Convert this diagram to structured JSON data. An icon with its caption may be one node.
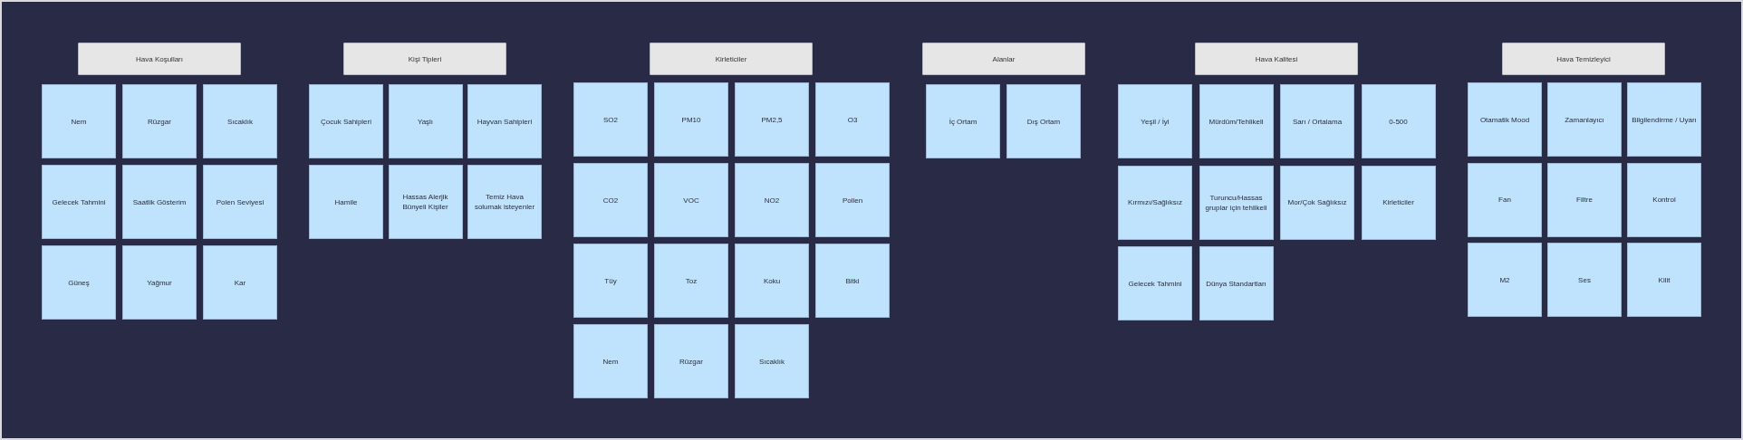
{
  "diagram": {
    "nodes": [
      {
        "text": [
          "Hava Koşulları"
        ]
      },
      {
        "text": [
          "Nem"
        ]
      },
      {
        "text": [
          "Rüzgar"
        ]
      },
      {
        "text": [
          "Sıcaklık"
        ]
      },
      {
        "text": [
          "Gelecek Tahmini"
        ]
      },
      {
        "text": [
          "Saatlik Gösterim"
        ]
      },
      {
        "text": [
          "Polen Seviyesi"
        ]
      },
      {
        "text": [
          "Güneş"
        ]
      },
      {
        "text": [
          "Yağmur"
        ]
      },
      {
        "text": [
          "Kar"
        ]
      },
      {
        "text": [
          "Kişi Tipleri"
        ]
      },
      {
        "text": [
          "Çocuk Sahipleri"
        ]
      },
      {
        "text": [
          "Yaşlı"
        ]
      },
      {
        "text": [
          "Hayvan Sahipleri"
        ]
      },
      {
        "text": [
          "Hamile"
        ]
      },
      {
        "text": [
          "Hassas Alerjik Bünyeli Kişiler"
        ]
      },
      {
        "text": [
          "Temiz Hava solumak isteyenler"
        ]
      },
      {
        "text": [
          "Kirleticiler"
        ]
      },
      {
        "text": [
          "SO2"
        ]
      },
      {
        "text": [
          "PM10"
        ]
      },
      {
        "text": [
          "PM2,5"
        ]
      },
      {
        "text": [
          "O3"
        ]
      },
      {
        "text": [
          "CO2"
        ]
      },
      {
        "text": [
          "VOC"
        ]
      },
      {
        "text": [
          "NO2"
        ]
      },
      {
        "text": [
          "Pollen"
        ]
      },
      {
        "text": [
          "Tüy"
        ]
      },
      {
        "text": [
          "Toz"
        ]
      },
      {
        "text": [
          "Koku"
        ]
      },
      {
        "text": [
          "Bitki"
        ]
      },
      {
        "text": [
          "Nem"
        ]
      },
      {
        "text": [
          "Rüzgar"
        ]
      },
      {
        "text": [
          "Sıcaklık"
        ]
      },
      {
        "text": [
          "Alanlar"
        ]
      },
      {
        "text": [
          "İç Ortam"
        ]
      },
      {
        "text": [
          "Dış Ortam"
        ]
      },
      {
        "text": [
          "Hava Kalitesi"
        ]
      },
      {
        "text": [
          "Yeşil / İyi"
        ]
      },
      {
        "text": [
          "Mürdüm/Tehlikeli"
        ]
      },
      {
        "text": [
          "Sarı / Ortalama"
        ]
      },
      {
        "text": [
          "0-500"
        ]
      },
      {
        "text": [
          "Kırmızı/Sağlıksız"
        ]
      },
      {
        "text": [
          "Turuncu/Hassas gruplar için tehlikeli"
        ]
      },
      {
        "text": [
          "Mor/Çok Sağlıksız"
        ]
      },
      {
        "text": [
          "Kirleticiler"
        ]
      },
      {
        "text": [
          "Gelecek Tahmini"
        ]
      },
      {
        "text": [
          "Dünya Standartları"
        ]
      },
      {
        "text": [
          "Hava Temizleyici"
        ]
      },
      {
        "text": [
          "Otamatik Mood"
        ]
      },
      {
        "text": [
          "Zamanlayıcı"
        ]
      },
      {
        "text": [
          "Bilgilendirme / Uyarı"
        ]
      },
      {
        "text": [
          "Fan"
        ]
      },
      {
        "text": [
          "Filtre"
        ]
      },
      {
        "text": [
          "Kontrol"
        ]
      },
      {
        "text": [
          "M2"
        ]
      },
      {
        "text": [
          "Ses"
        ]
      },
      {
        "text": [
          "Kilit"
        ]
      }
    ]
  }
}
